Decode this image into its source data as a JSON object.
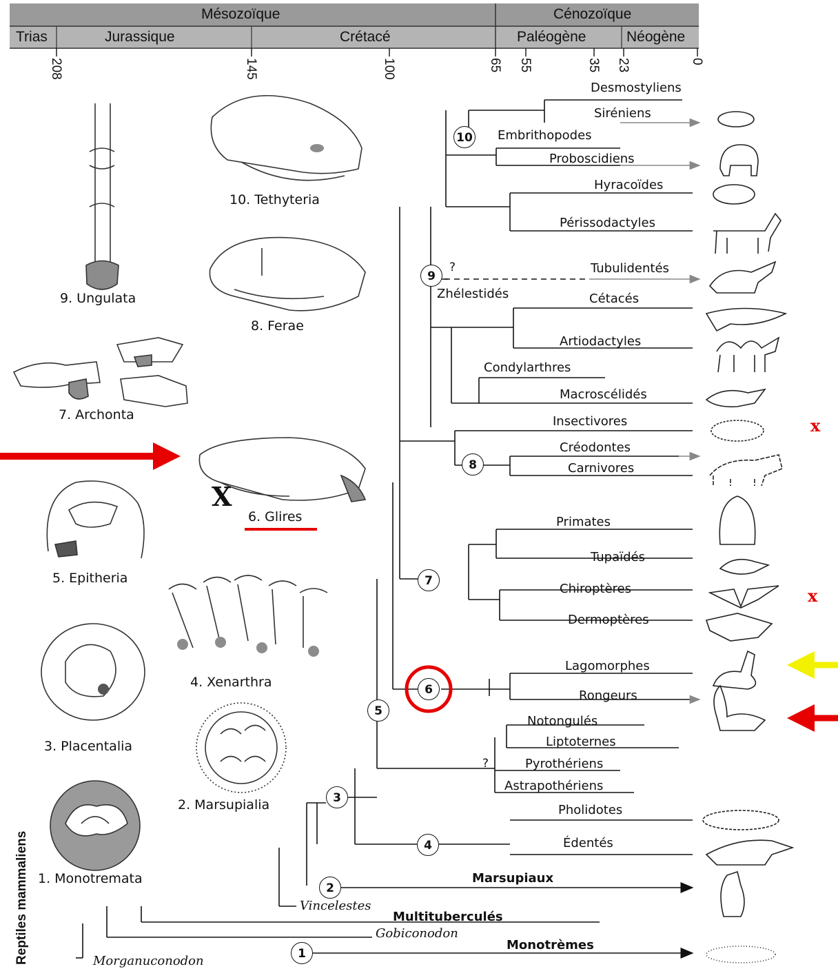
{
  "header": {
    "eras": [
      "Mésozoïque",
      "Cénozoïque"
    ],
    "periods": [
      "Trias",
      "Jurassique",
      "Crétacé",
      "Paléogène",
      "Néogène"
    ],
    "ticks": [
      "208",
      "145",
      "100",
      "65",
      "55",
      "35",
      "23",
      "0"
    ]
  },
  "taxa": {
    "desmostyliens": "Desmostyliens",
    "sireniens": "Siréniens",
    "embrithopodes": "Embrithopodes",
    "proboscidiens": "Proboscidiens",
    "hyracoides": "Hyracoïdes",
    "perissodactyles": "Périssodactyles",
    "tubulidentes": "Tubulidentés",
    "zhelestides": "Zhélestidés",
    "cetaces": "Cétacés",
    "artiodactyles": "Artiodactyles",
    "condylarthres": "Condylarthres",
    "macroscelides": "Macroscélidés",
    "insectivores": "Insectivores",
    "creodontes": "Créodontes",
    "carnivores": "Carnivores",
    "primates": "Primates",
    "tupaides": "Tupaïdés",
    "chiropteres": "Chiroptères",
    "dermopteres": "Dermoptères",
    "lagomorphes": "Lagomorphes",
    "rongeurs": "Rongeurs",
    "notongules": "Notongulés",
    "liptoternes": "Liptoternes",
    "pyrotheriens": "Pyrothériens",
    "astrapotheriens": "Astrapothériens",
    "pholidotes": "Pholidotes",
    "edentes": "Édentés",
    "marsupiaux": "Marsupiaux",
    "vincelestes": "Vincelestes",
    "multitubercules": "Multituberculés",
    "gobiconodon": "Gobiconodon",
    "monotremes": "Monotrèmes",
    "morganuconodon": "Morganuconodon",
    "reptiles": "Reptiles mammaliens"
  },
  "nodes": [
    "1",
    "2",
    "3",
    "4",
    "5",
    "6",
    "7",
    "8",
    "9",
    "10"
  ],
  "uncertain_mark": "?",
  "groups": {
    "tethyteria": "10. Tethyteria",
    "ungulata": "9. Ungulata",
    "ferae": "8. Ferae",
    "archonta": "7. Archonta",
    "glires": "6. Glires",
    "epitheria": "5. Epitheria",
    "xenarthra": "4. Xenarthra",
    "placentalia": "3. Placentalia",
    "marsupialia": "2. Marsupialia",
    "monotremata": "1. Monotremata"
  },
  "annotations": {
    "x_mark": "X",
    "x_small": "x"
  },
  "colors": {
    "header_bg": "#9a9a9a",
    "header_dark": "#7d7d7d",
    "highlight_red": "#e60000",
    "highlight_yellow": "#f2f200",
    "line": "#111111",
    "arrow_gray": "#888888",
    "shade": "#8c8c8c"
  }
}
